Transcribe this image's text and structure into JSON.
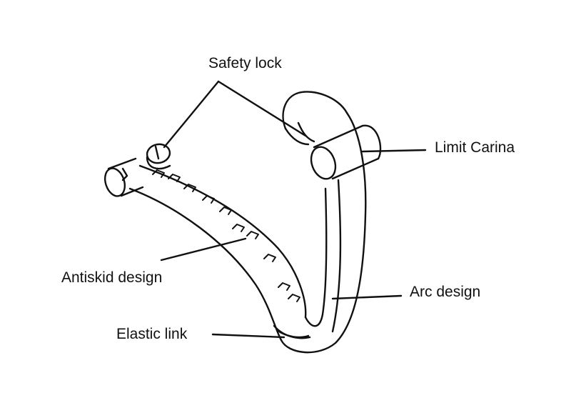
{
  "labels": {
    "safety_lock": "Safety lock",
    "limit_carina": "Limit Carina",
    "antiskid_design": "Antiskid design",
    "arc_design": "Arc design",
    "elastic_link": "Elastic link"
  },
  "colors": {
    "line": "#111111",
    "background": "#ffffff"
  }
}
